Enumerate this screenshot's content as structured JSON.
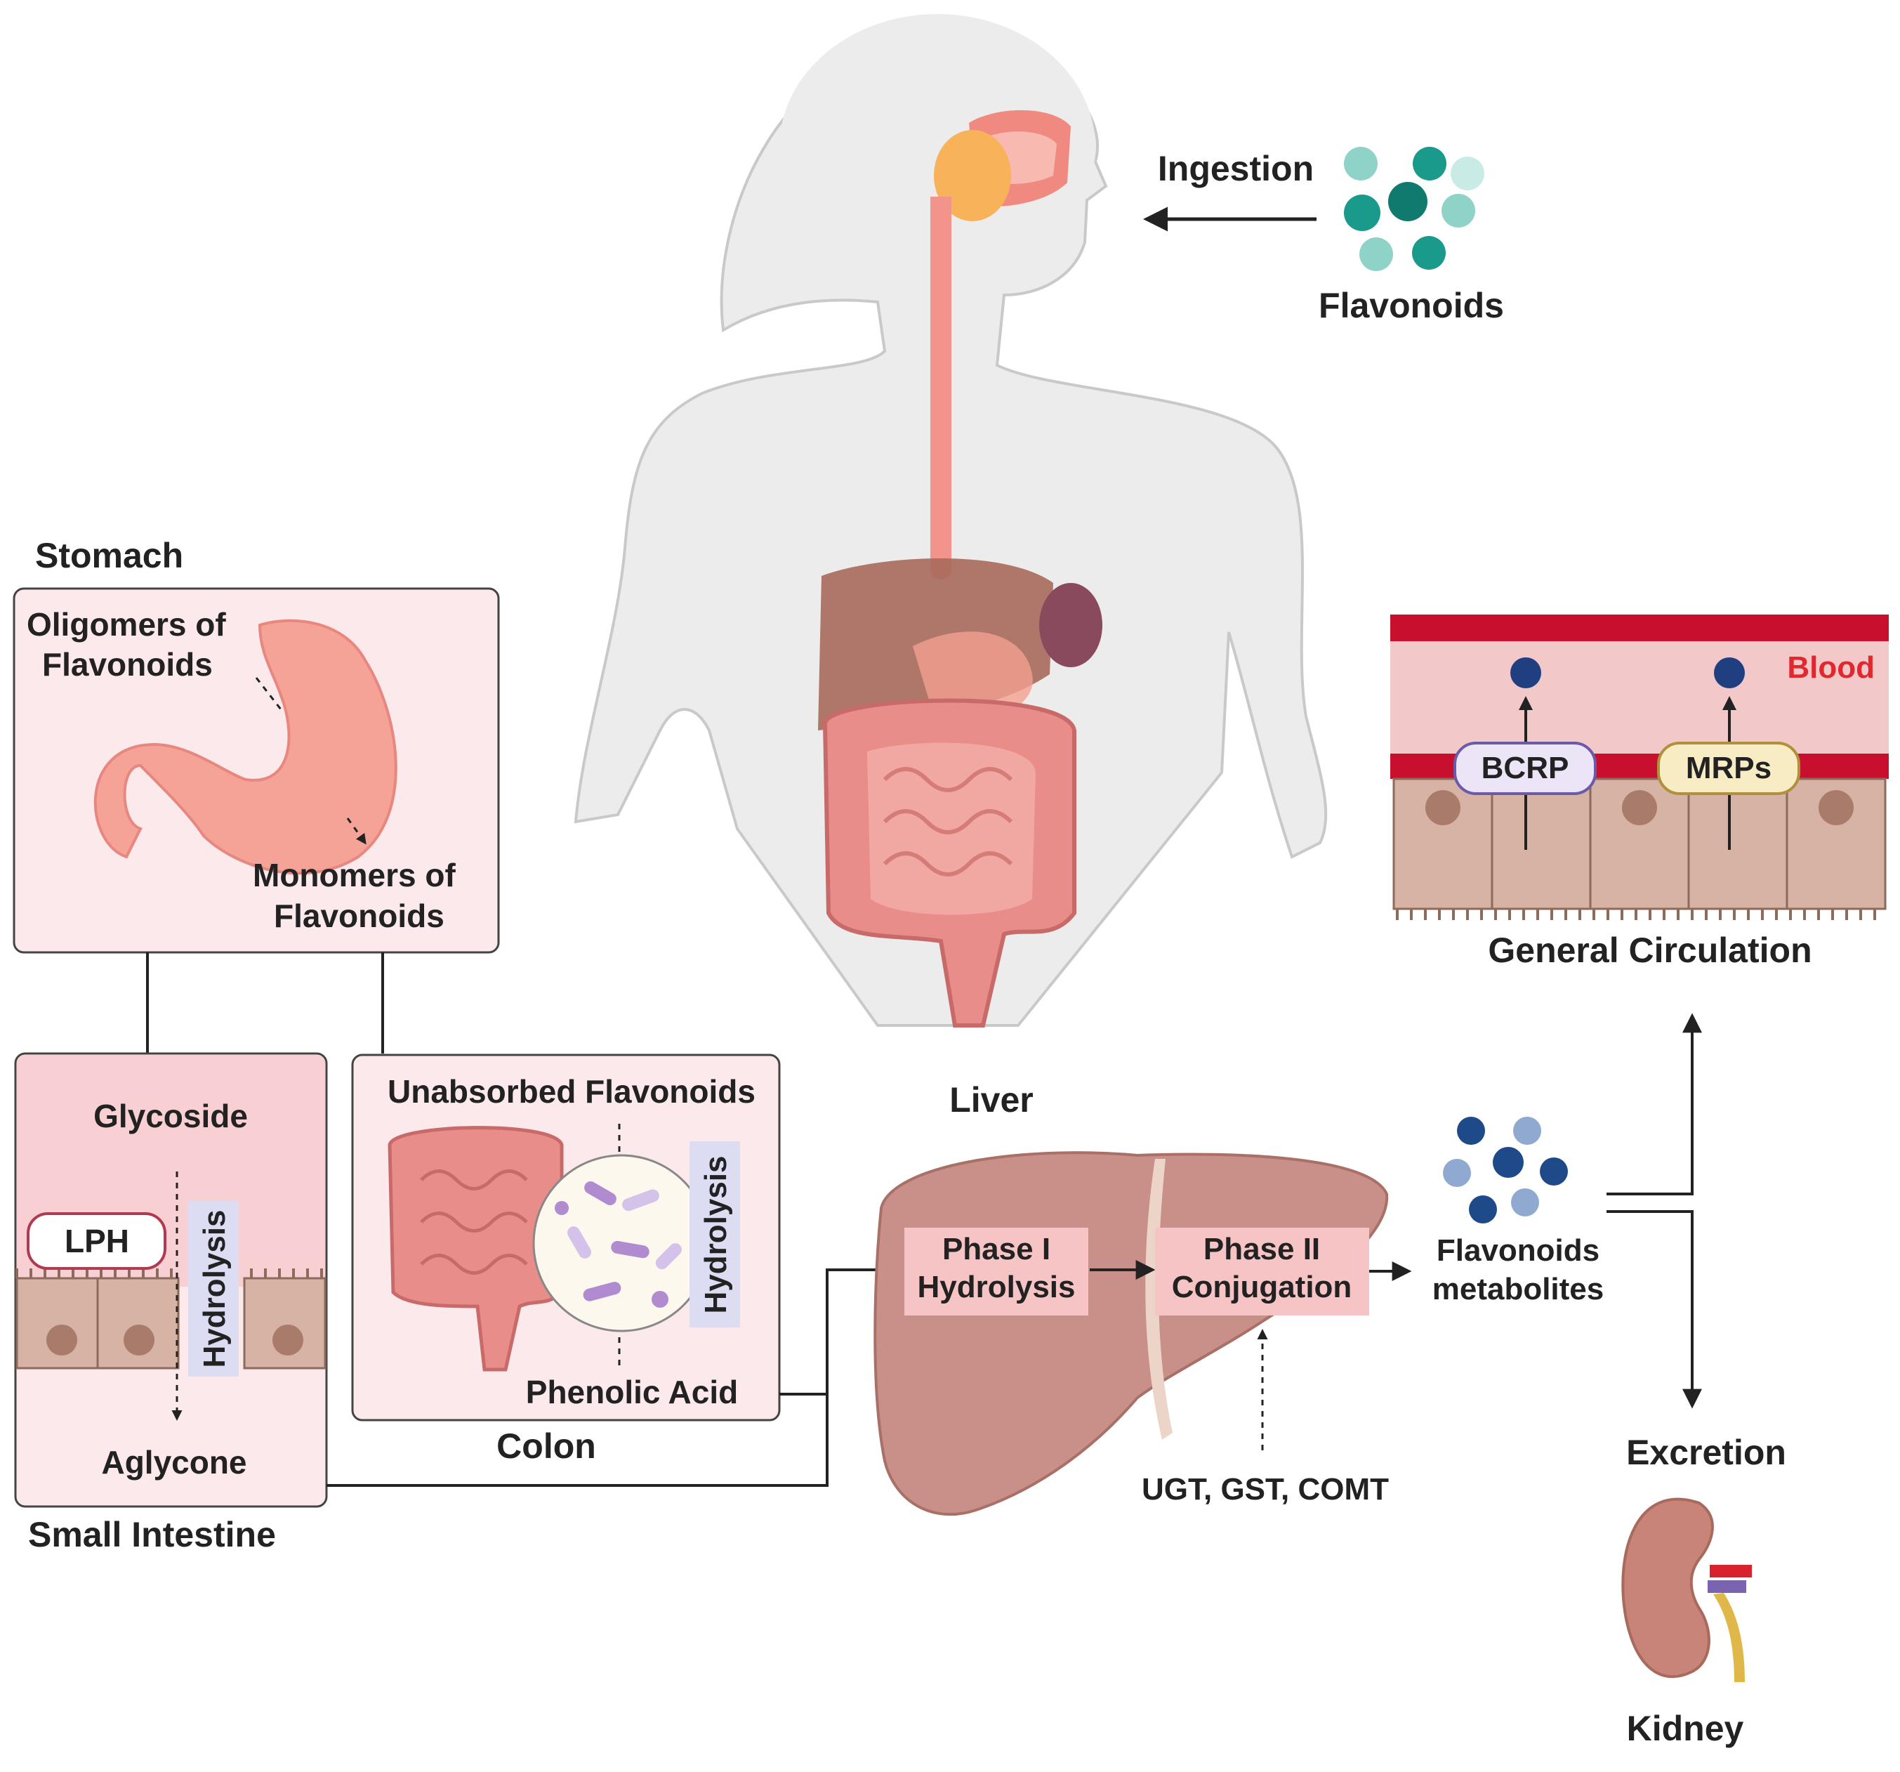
{
  "intake": {
    "ingestion": "Ingestion",
    "flavonoids": "Flavonoids"
  },
  "stomach": {
    "title": "Stomach",
    "oligomers_line1": "Oligomers of",
    "oligomers_line2": "Flavonoids",
    "monomers_line1": "Monomers of",
    "monomers_line2": "Flavonoids"
  },
  "small_intestine": {
    "title": "Small Intestine",
    "glycoside": "Glycoside",
    "enzyme": "LPH",
    "process": "Hydrolysis",
    "aglycone": "Aglycone"
  },
  "colon": {
    "title": "Colon",
    "unabsorbed": "Unabsorbed Flavonoids",
    "process": "Hydrolysis",
    "phenolic": "Phenolic Acid"
  },
  "liver": {
    "title": "Liver",
    "phase1_line1": "Phase I",
    "phase1_line2": "Hydrolysis",
    "phase2_line1": "Phase II",
    "phase2_line2": "Conjugation",
    "enzymes": "UGT, GST, COMT"
  },
  "metabolites": {
    "line1": "Flavonoids",
    "line2": "metabolites"
  },
  "circulation": {
    "blood": "Blood",
    "transporter1": "BCRP",
    "transporter2": "MRPs",
    "title": "General Circulation"
  },
  "excretion": {
    "title": "Excretion",
    "organ": "Kidney"
  },
  "colors": {
    "box_fill": "#fbe9ec",
    "box_pink": "#f8cfd2",
    "label_bg": "#f7c4c6",
    "hydrolysis_bg": "#dcdcf2",
    "teal": "#1a9a8a",
    "navy": "#234e8c",
    "blood": "#c8102e"
  }
}
